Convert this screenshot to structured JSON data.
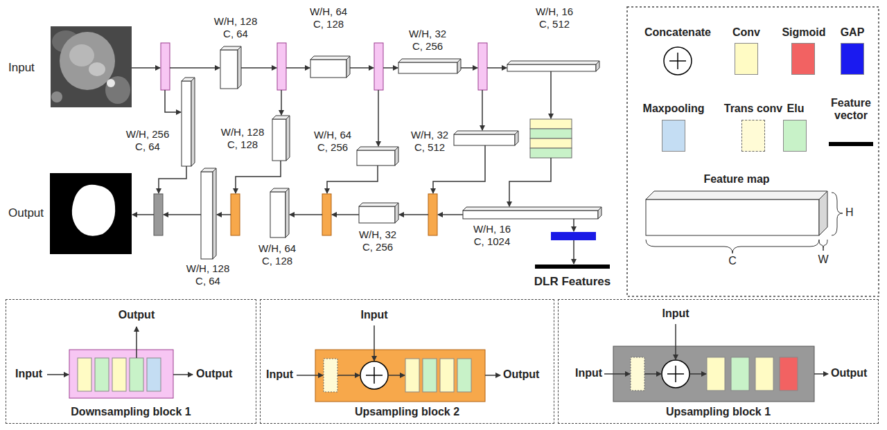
{
  "diagram": {
    "nodes": [
      {
        "text": [
          "Downsampling block 1"
        ]
      },
      {
        "text": [
          "Upsampling block 2"
        ]
      },
      {
        "text": [
          "Upsampling block 1"
        ]
      }
    ],
    "labels": [
      "Input",
      "W/H, 128",
      "C, 64",
      "W/H, 64",
      "C, 128",
      "W/H, 32",
      "C, 256",
      "W/H, 16",
      "C, 512",
      "W/H, 256",
      "C, 64",
      "W/H, 128",
      "C, 128",
      "W/H, 64",
      "C, 256",
      "W/H, 32",
      "C, 512",
      "Output",
      "W/H, 16",
      "C, 1024",
      "W/H, 32",
      "C, 256",
      "W/H, 64",
      "C, 128",
      "W/H, 128",
      "C, 64",
      "DLR Features",
      "Feature map",
      "H",
      "C",
      "W",
      "Output",
      "Input",
      "Output",
      "Input",
      "Input",
      "Output",
      "Input",
      "Input",
      "Output"
    ],
    "legend": [
      {
        "text": "Concatenate"
      },
      {
        "text": "Conv",
        "color": "#fffbc4"
      },
      {
        "text": "Sigmoid",
        "color": "#f26262"
      },
      {
        "text": "GAP",
        "color": "#1a1af0"
      },
      {
        "text": "Maxpooling",
        "color": "#c4ddf3"
      },
      {
        "text": "Trans conv",
        "color": "#fffbd6"
      },
      {
        "text": "Elu",
        "color": "#c8f2c8"
      },
      {
        "text": "Feature vector",
        "color": "#000000"
      }
    ]
  }
}
